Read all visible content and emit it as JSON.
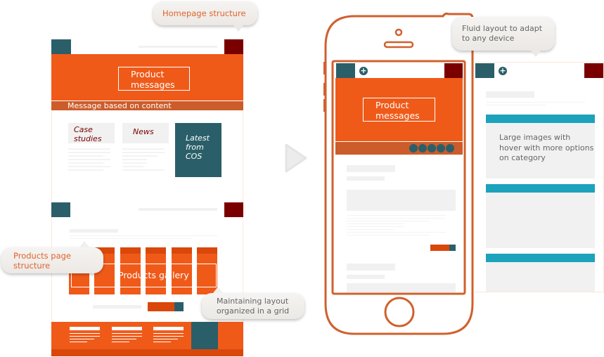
{
  "callouts": {
    "homepage": "Homepage structure",
    "products": "Products page structure",
    "grid": "Maintaining layout organized in a grid",
    "fluid": "Fluid layout to adapt to any device"
  },
  "homepage": {
    "hero": "Product messages",
    "strip": "Message based on content",
    "cards": [
      "Case studies",
      "News"
    ],
    "latest": "Latest from COS"
  },
  "products": {
    "gallery": "Products gallery"
  },
  "phone": {
    "hero": "Product messages",
    "plus": "+"
  },
  "tablet": {
    "plus": "+",
    "card_text": "Large images with hover with more options on category"
  },
  "colors": {
    "orange": "#f05a19",
    "teal": "#2a5f69",
    "maroon": "#7a0000",
    "cyan": "#1ca2bb",
    "outline": "#d0602e"
  }
}
